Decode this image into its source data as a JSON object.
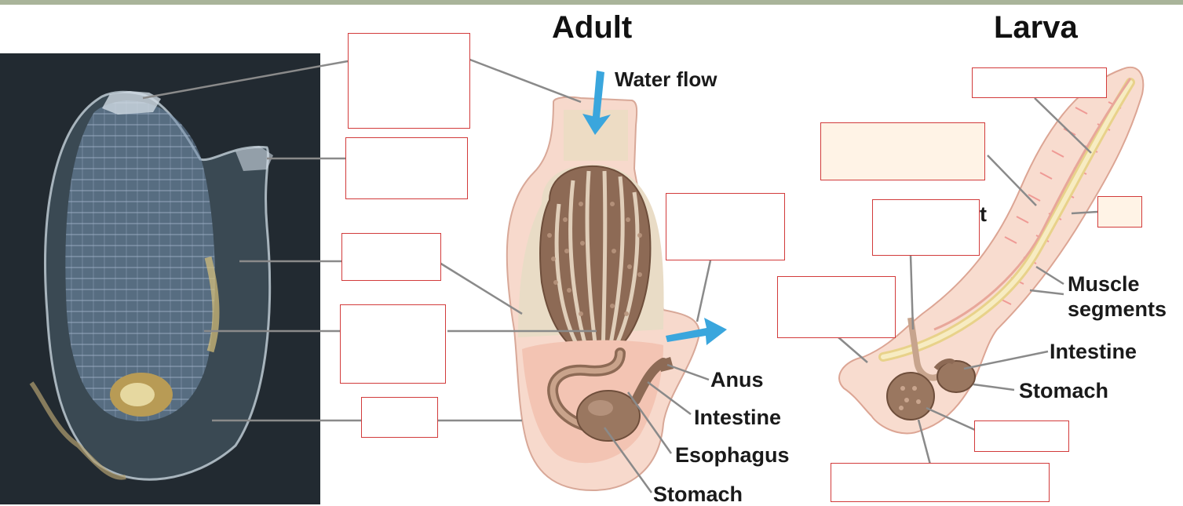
{
  "titles": {
    "adult": "Adult",
    "larva": "Larva"
  },
  "adult": {
    "water_flow": "Water flow",
    "anus": "Anus",
    "intestine": "Intestine",
    "esophagus": "Esophagus",
    "stomach": "Stomach"
  },
  "larva": {
    "muscle_line1": "Muscle",
    "muscle_line2": "segments",
    "intestine": "Intestine",
    "stomach": "Stomach",
    "partial_text": "t"
  },
  "colors": {
    "box_border": "#d23b3b",
    "water_arrow": "#3aa6dd",
    "body_pink": "#f6d6c8",
    "pharynx_brown": "#8d6a55",
    "photo_bg": "#222a31",
    "notochord": "#f1e2a8"
  },
  "icons": {
    "water_arrow": "arrow-down-icon",
    "exit_arrow": "arrow-right-icon"
  }
}
